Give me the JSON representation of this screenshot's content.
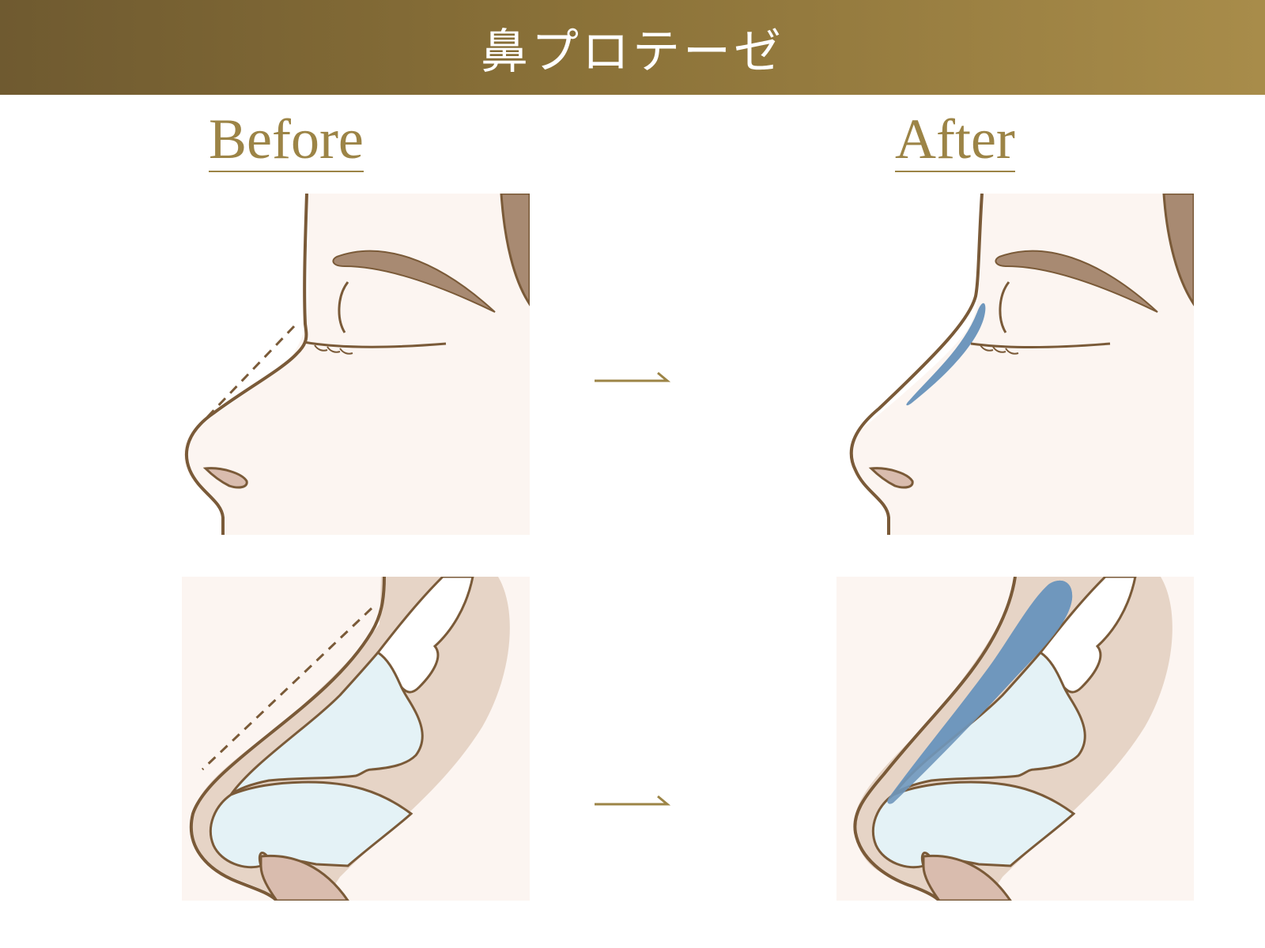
{
  "header": {
    "title": "鼻プロテーゼ"
  },
  "labels": {
    "before": "Before",
    "after": "After"
  },
  "colors": {
    "header_start": "#6f5a30",
    "header_end": "#a88c4a",
    "label_gold": "#9c8446",
    "skin": "#fcf5f1",
    "outline": "#7a5a38",
    "tissue": "#e6d4c6",
    "cartilage": "#e4f2f6",
    "implant": "#6f97bd",
    "brow": "#a88a72"
  },
  "icons": {
    "transition_arrow": "right-arrow-icon"
  }
}
